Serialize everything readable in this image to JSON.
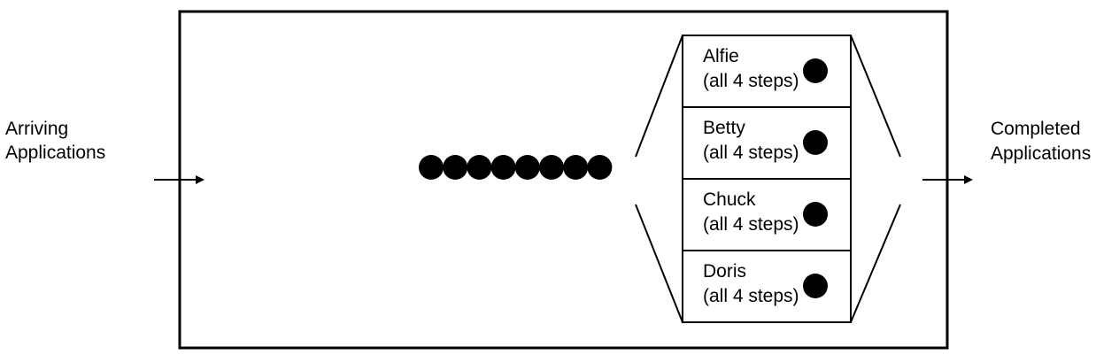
{
  "inputs": {
    "line1": "Arriving",
    "line2": "Applications"
  },
  "outputs": {
    "line1": "Completed",
    "line2": "Applications"
  },
  "queue": {
    "count": 8
  },
  "workers": [
    {
      "name": "Alfie",
      "task": "(all 4 steps)"
    },
    {
      "name": "Betty",
      "task": "(all 4 steps)"
    },
    {
      "name": "Chuck",
      "task": "(all 4 steps)"
    },
    {
      "name": "Doris",
      "task": "(all 4 steps)"
    }
  ]
}
